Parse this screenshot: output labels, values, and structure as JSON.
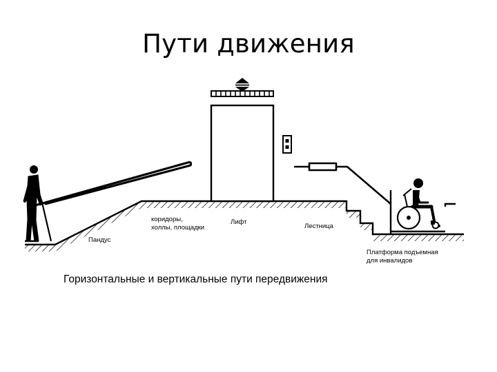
{
  "slide": {
    "title": "Пути движения",
    "caption": "Горизонтальные и вертикальные пути передвижения"
  },
  "diagram": {
    "labels": {
      "ramp": "Пандус",
      "corridors_line1": "коридоры,",
      "corridors_line2": "холлы, площадки",
      "lift": "Лифт",
      "stairs": "Лестница",
      "platform_line1": "Платформа подъемная",
      "platform_line2": "для инвалидов"
    },
    "icons": {
      "person_with_cane": "person-with-cane-icon",
      "wheelchair_user": "wheelchair-user-icon",
      "elevator_sign": "elevator-up-down-icon"
    },
    "colors": {
      "line": "#000000",
      "background": "#ffffff"
    }
  }
}
